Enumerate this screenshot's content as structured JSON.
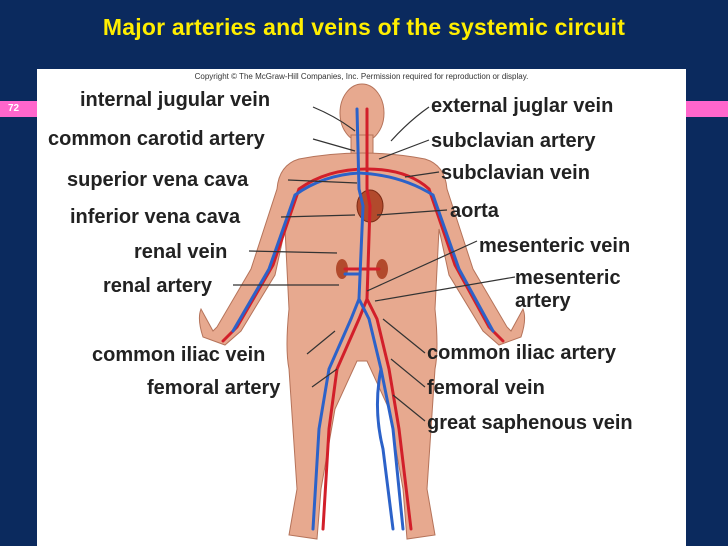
{
  "slide": {
    "title": "Major arteries and veins of the systemic circuit",
    "slide_number": "72",
    "copyright": "Copyright © The McGraw-Hill Companies, Inc. Permission required for reproduction or display."
  },
  "labels": {
    "internal_jugular_vein": "internal jugular vein",
    "common_carotid_artery": "common carotid artery",
    "superior_vena_cava": "superior vena cava",
    "inferior_vena_cava": "inferior vena cava",
    "renal_vein": "renal vein",
    "renal_artery": "renal artery",
    "common_iliac_vein": "common iliac vein",
    "femoral_artery": "femoral artery",
    "external_juglar_vein": "external juglar vein",
    "subclavian_artery": "subclavian artery",
    "subclavian_vein": "subclavian vein",
    "aorta": "aorta",
    "mesenteric_vein": "mesenteric vein",
    "mesenteric_artery_line1": "mesenteric",
    "mesenteric_artery_line2": "artery",
    "common_iliac_artery": "common iliac artery",
    "femoral_vein": "femoral vein",
    "great_saphenous_vein": "great saphenous vein"
  },
  "colors": {
    "background": "#0b2a5e",
    "title": "#ffee00",
    "accent_bar": "#ff66cc",
    "skin": "#e7a98f",
    "artery": "#d21f2a",
    "vein": "#2c62c9"
  }
}
